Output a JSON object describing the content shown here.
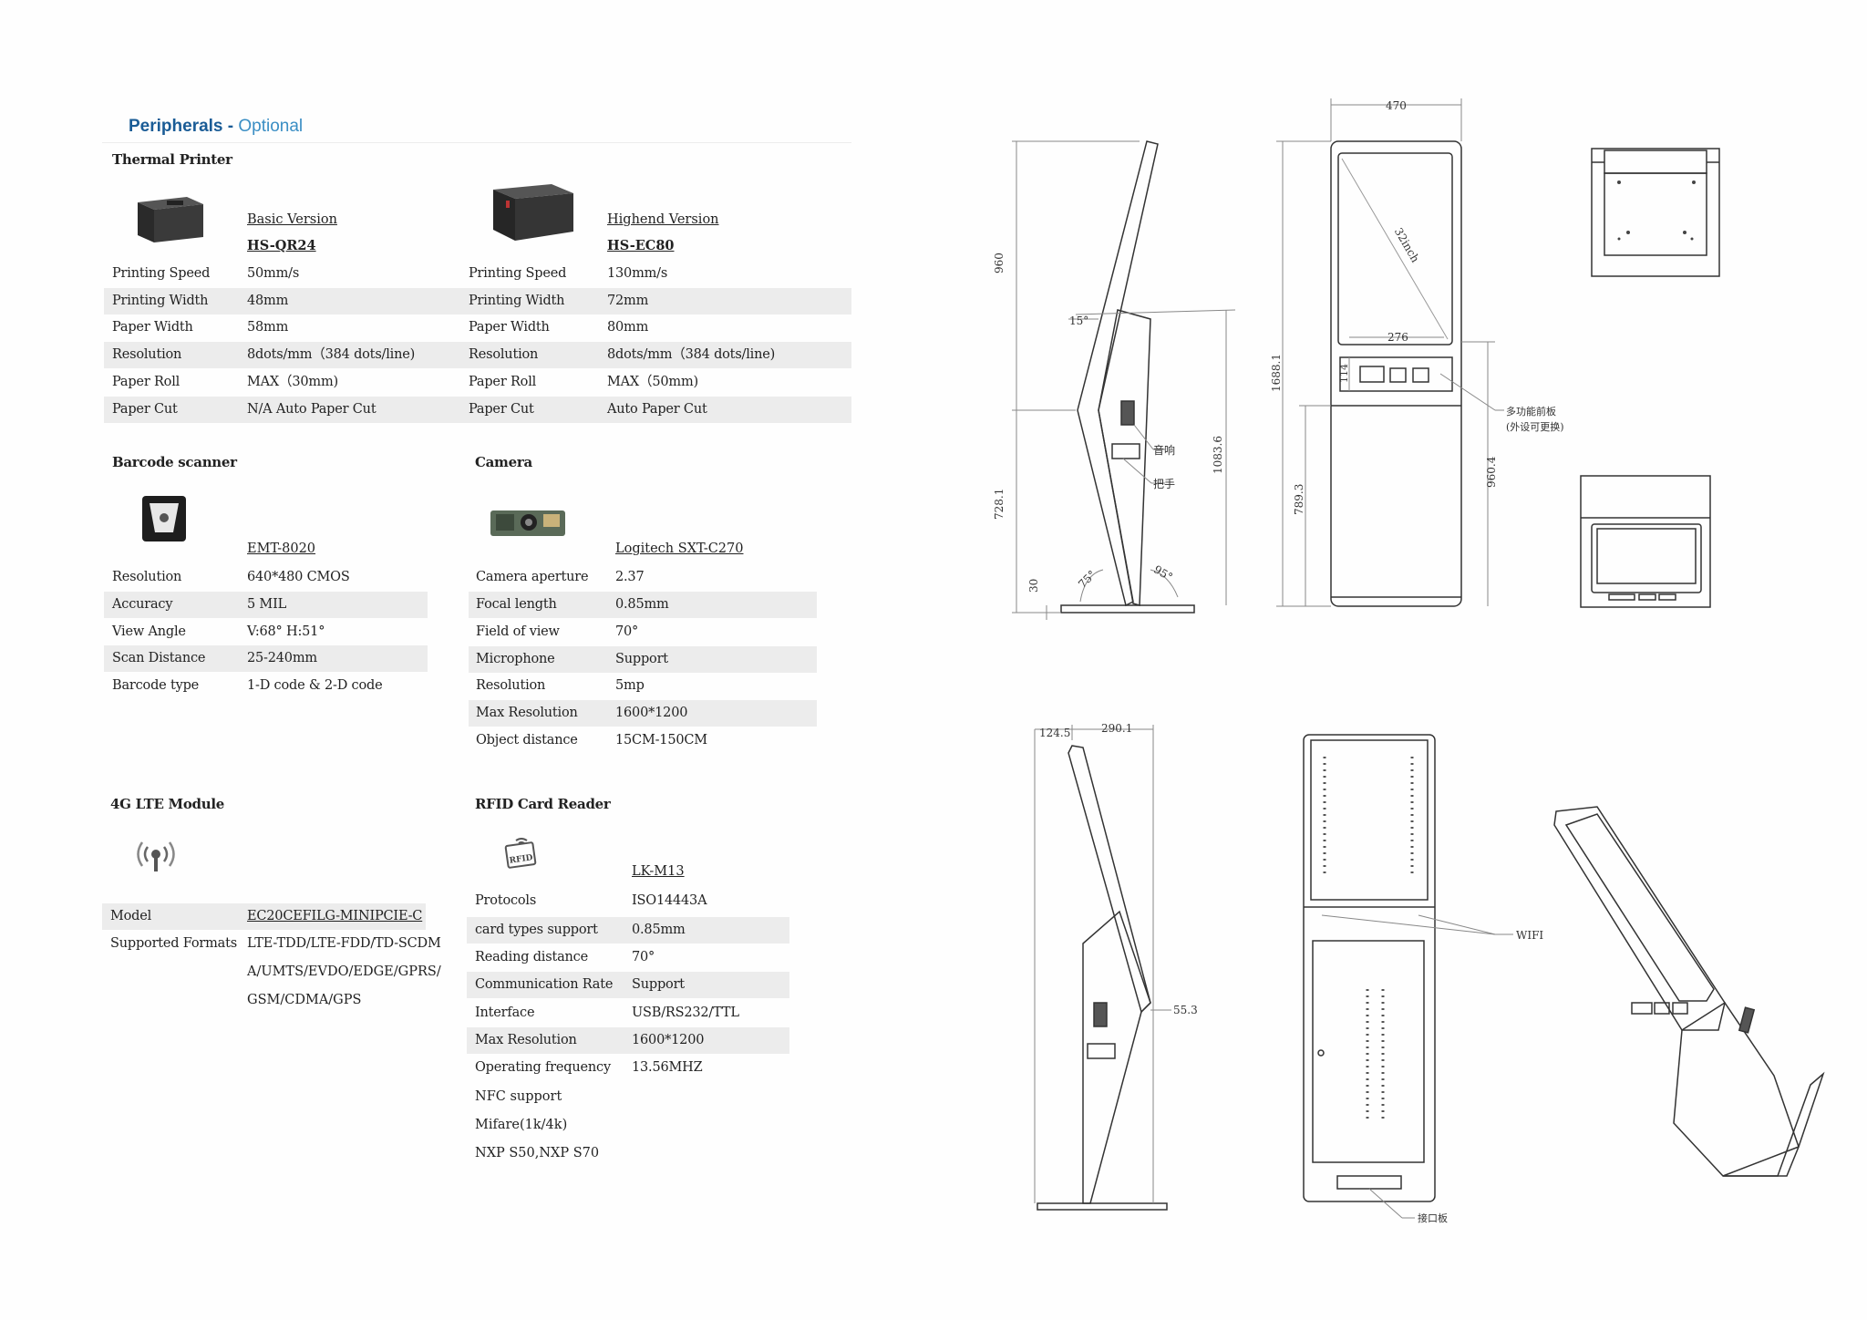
{
  "page": {
    "title_part1": "Peripherals - ",
    "title_part2": "Optional"
  },
  "thermal": {
    "heading": "Thermal Printer",
    "basic_version": "Basic Version",
    "basic_model": "HS-QR24",
    "high_version": "Highend Version",
    "high_model": "HS-EC80",
    "rows": [
      {
        "label": "Printing Speed",
        "basic": "50mm/s",
        "high": "130mm/s"
      },
      {
        "label": "Printing Width",
        "basic": "48mm",
        "high": "72mm"
      },
      {
        "label": "Paper Width",
        "basic": "58mm",
        "high": "80mm"
      },
      {
        "label": "Resolution",
        "basic": "8dots/mm（384 dots/line)",
        "high": "8dots/mm（384 dots/line)"
      },
      {
        "label": "Paper Roll",
        "basic": "MAX（30mm)",
        "high": "MAX（50mm)"
      },
      {
        "label": "Paper Cut",
        "basic": "N/A Auto Paper Cut",
        "high": "Auto Paper Cut"
      }
    ]
  },
  "barcode": {
    "heading": "Barcode scanner",
    "model": "EMT-8020",
    "rows": [
      {
        "label": "Resolution",
        "value": "640*480 CMOS"
      },
      {
        "label": "Accuracy",
        "value": "5 MIL"
      },
      {
        "label": "View Angle",
        "value": "V:68°  H:51°"
      },
      {
        "label": "Scan Distance",
        "value": "25-240mm"
      },
      {
        "label": "Barcode type",
        "value": "1-D code & 2-D code"
      }
    ]
  },
  "camera": {
    "heading": "Camera",
    "model": "Logitech SXT-C270",
    "rows": [
      {
        "label": "Camera aperture",
        "value": "2.37"
      },
      {
        "label": "Focal length",
        "value": "0.85mm"
      },
      {
        "label": "Field of view",
        "value": "70°"
      },
      {
        "label": "Microphone",
        "value": "Support"
      },
      {
        "label": "Resolution",
        "value": "5mp"
      },
      {
        "label": "Max Resolution",
        "value": "1600*1200"
      },
      {
        "label": "Object distance",
        "value": "15CM-150CM"
      }
    ]
  },
  "lte": {
    "heading": "4G LTE Module",
    "model_label": "Model",
    "model_value": "EC20CEFILG-MINIPCIE-C",
    "formats_label": "Supported Formats",
    "formats_lines": [
      "LTE-TDD/LTE-FDD/TD-SCDM",
      "A/UMTS/EVDO/EDGE/GPRS/",
      "GSM/CDMA/GPS"
    ]
  },
  "rfid": {
    "heading": "RFID Card Reader",
    "icon_text": "RFID",
    "model": "LK-M13",
    "rows": [
      {
        "label": "Protocols",
        "value": "ISO14443A"
      },
      {
        "label": "card types support",
        "value": "0.85mm"
      },
      {
        "label": "Reading distance",
        "value": "70°"
      },
      {
        "label": "Communication Rate",
        "value": "Support"
      },
      {
        "label": "Interface",
        "value": "USB/RS232/TTL"
      },
      {
        "label": "Max Resolution",
        "value": "1600*1200"
      },
      {
        "label": "Operating frequency",
        "value": "13.56MHZ"
      }
    ],
    "extra_lines": [
      "NFC support",
      "Mifare(1k/4k)",
      "NXP S50,NXP S70"
    ]
  },
  "drawings": {
    "side": {
      "dim_height_top": "960",
      "dim_height_bottom": "728.1",
      "dim_overall": "1083.6",
      "dim_base": "30",
      "angle_top": "15°",
      "angle_left": "75°",
      "angle_right": "95°",
      "label_speaker": "音响",
      "label_handle": "把手"
    },
    "front": {
      "dim_width": "470",
      "dim_height": "1688.1",
      "dim_lower": "789.3",
      "dim_panel_width": "276",
      "dim_panel_height": "114",
      "dim_right": "960.4",
      "screen_label": "32inch",
      "panel_note_line1": "多功能前板",
      "panel_note_line2": "(外设可更换)"
    },
    "side2": {
      "dim_offset": "124.5",
      "dim_depth": "290.1",
      "dim_bend": "55.3"
    },
    "back": {
      "label_wifi": "WIFI",
      "label_port": "接口板"
    }
  }
}
